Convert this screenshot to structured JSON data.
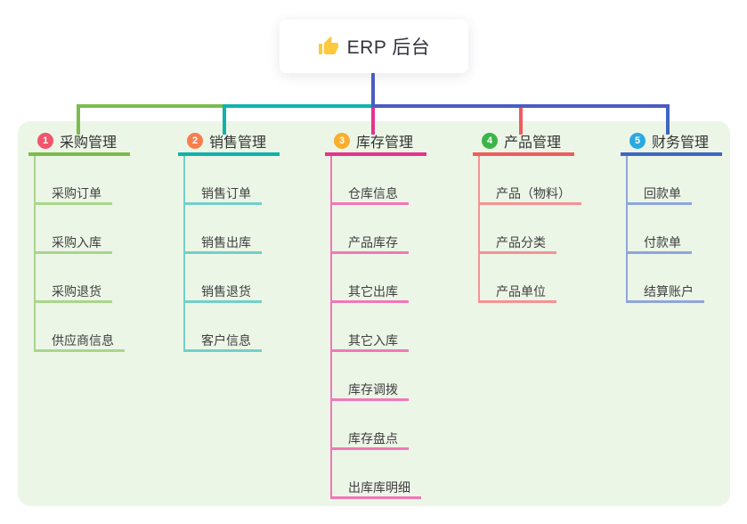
{
  "root": {
    "title": "ERP 后台",
    "icon": "thumbs-up-icon"
  },
  "branches": [
    {
      "index": "1",
      "label": "采购管理",
      "circle_color": "#F1566B",
      "line_color": "#7CBB4D",
      "child_line_color": "#A9D58C",
      "children": [
        "采购订单",
        "采购入库",
        "采购退货",
        "供应商信息"
      ]
    },
    {
      "index": "2",
      "label": "销售管理",
      "circle_color": "#F67F4F",
      "line_color": "#10B2AA",
      "child_line_color": "#72CFC9",
      "children": [
        "销售订单",
        "销售出库",
        "销售退货",
        "客户信息"
      ]
    },
    {
      "index": "3",
      "label": "库存管理",
      "circle_color": "#FBAE2C",
      "line_color": "#E5348E",
      "child_line_color": "#F078B6",
      "children": [
        "仓库信息",
        "产品库存",
        "其它出库",
        "其它入库",
        "库存调拨",
        "库存盘点",
        "出库库明细"
      ]
    },
    {
      "index": "4",
      "label": "产品管理",
      "circle_color": "#3BB54A",
      "line_color": "#F15B5E",
      "child_line_color": "#F69294",
      "children": [
        "产品（物料）",
        "产品分类",
        "产品单位"
      ]
    },
    {
      "index": "5",
      "label": "财务管理",
      "circle_color": "#2BA9E1",
      "line_color": "#3F66C0",
      "child_line_color": "#8FA5DC",
      "children": [
        "回款单",
        "付款单",
        "结算账户"
      ]
    }
  ],
  "colors": {
    "canvas_bg": "#FFFFFF",
    "panel_bg": "#ECF6E7",
    "root_connector": "#4B5CC4",
    "title_color": "#33333F",
    "thumb_icon": "#FFC83D"
  }
}
